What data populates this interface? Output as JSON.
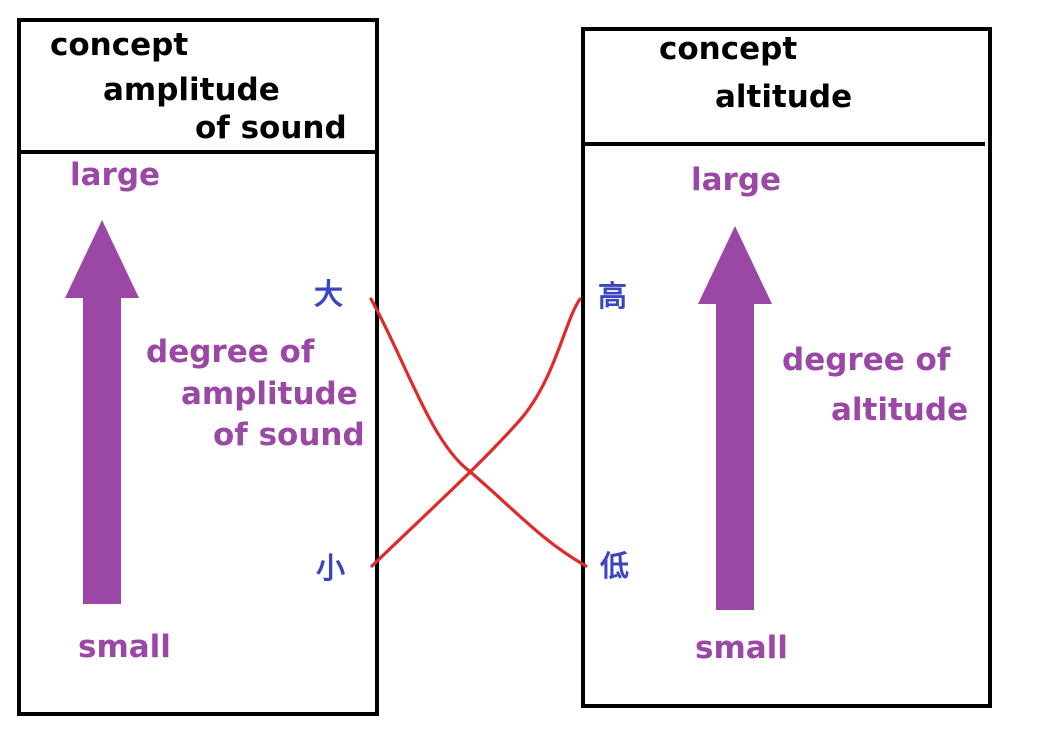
{
  "left_panel": {
    "header_lines": [
      "concept",
      "amplitude",
      "of sound"
    ],
    "top_label": "large",
    "bottom_label": "small",
    "axis_label_lines": [
      "degree of",
      "amplitude",
      "of sound"
    ],
    "high_kanji": "大",
    "low_kanji": "小"
  },
  "right_panel": {
    "header_lines": [
      "concept",
      "altitude"
    ],
    "top_label": "large",
    "bottom_label": "small",
    "axis_label_lines": [
      "degree of",
      "altitude"
    ],
    "high_kanji": "高",
    "low_kanji": "低"
  },
  "colors": {
    "arrow": "#9b47a6",
    "label": "#9b47a6",
    "kanji": "#3b45c2",
    "connector": "#e02a2a",
    "border": "#000000"
  }
}
